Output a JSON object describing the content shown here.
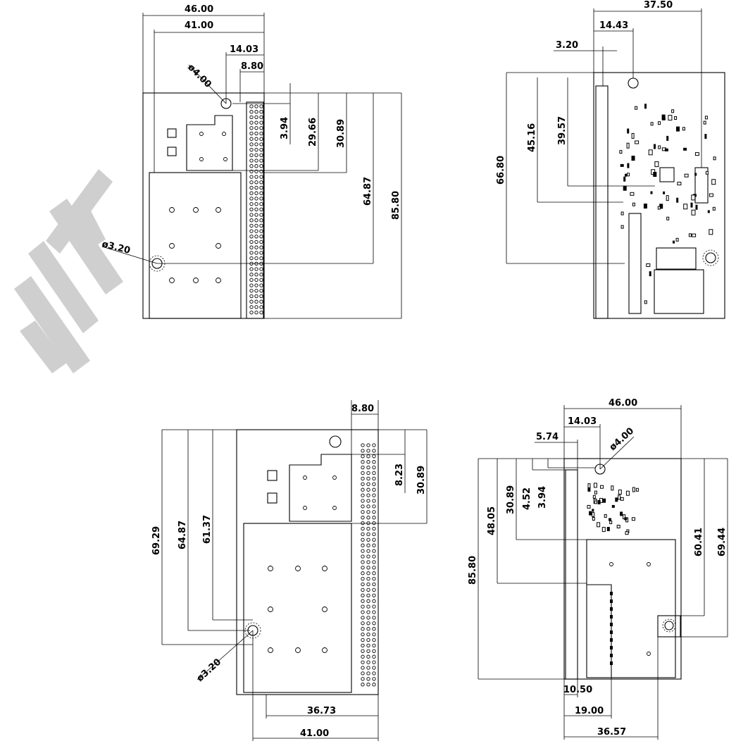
{
  "views": {
    "top_left": {
      "dims": {
        "w_46": "46.00",
        "w_41": "41.00",
        "w_14_03": "14.03",
        "w_8_80": "8.80",
        "dia_4": "ø4.00",
        "h_3_94": "3.94",
        "h_29_66": "29.66",
        "h_30_89": "30.89",
        "h_64_87": "64.87",
        "h_85_80": "85.80",
        "dia_3_20": "ø3.20"
      }
    },
    "top_right": {
      "dims": {
        "w_37_50": "37.50",
        "w_14_43": "14.43",
        "w_3_20": "3.20",
        "h_66_80": "66.80",
        "h_45_16": "45.16",
        "h_39_57": "39.57"
      }
    },
    "bottom_left": {
      "dims": {
        "w_8_80": "8.80",
        "h_8_23": "8.23",
        "h_30_89": "30.89",
        "h_69_29": "69.29",
        "h_64_87": "64.87",
        "h_61_37": "61.37",
        "dia_3_20": "ø3.20",
        "w_36_73": "36.73",
        "w_41_00": "41.00"
      }
    },
    "bottom_right": {
      "dims": {
        "w_46": "46.00",
        "w_14_03": "14.03",
        "w_5_74": "5.74",
        "dia_4": "ø4.00",
        "h_30_89": "30.89",
        "h_4_52": "4.52",
        "h_3_94": "3.94",
        "h_48_05": "48.05",
        "h_85_80": "85.80",
        "h_60_41": "60.41",
        "h_69_44": "69.44",
        "w_10_50": "10.50",
        "w_19_00": "19.00",
        "w_36_57": "36.57"
      }
    }
  },
  "colors": {
    "line": "#000000",
    "watermark": "#c8c8c8",
    "background": "#ffffff"
  }
}
